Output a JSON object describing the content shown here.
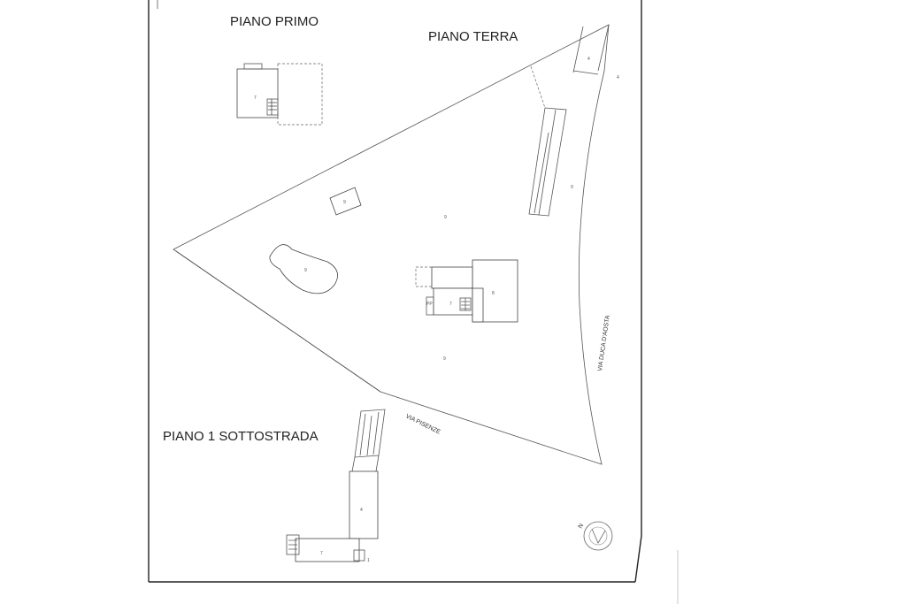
{
  "labels": {
    "piano_primo": "PIANO PRIMO",
    "piano_terra": "PIANO TERRA",
    "piano_sottostrada": "PIANO 1 SOTTOSTRADA",
    "via_pisenze": "VIA PISENZE",
    "via_duca_aosta": "VIA DUCA D'AOSTA"
  },
  "plot_numbers": {
    "primo_room": "7",
    "pool": "9",
    "kiosk": "9",
    "garden_a": "9",
    "garden_b": "9",
    "strip": "9",
    "corner": "4",
    "corner_b": "4",
    "house_main": "8",
    "house_room": "7",
    "house_side": "PP",
    "basement_corridor": "4",
    "basement_room": "7",
    "basement_mark": "1"
  },
  "compass": {
    "letter": "N"
  }
}
